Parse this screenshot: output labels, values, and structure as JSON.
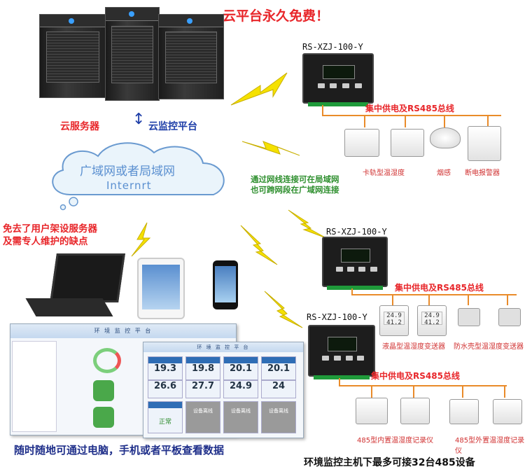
{
  "banner": "云平台永久免费！",
  "server_label": "云服务器",
  "platform_label": "云监控平台",
  "cloud": {
    "line1": "广域网或者局域网",
    "line2": "Internrt"
  },
  "network_note": {
    "line1": "通过网线连接可在局域网",
    "line2": "也可跨网段在广域网连接"
  },
  "benefit": {
    "line1": "免去了用户架设服务器",
    "line2": "及需专人维护的缺点"
  },
  "bottom_left": "随时随地可通过电脑，手机或者平板查看数据",
  "bottom_right": "环境监控主机下最多可接32台485设备",
  "controllers": [
    {
      "model": "RS-XZJ-100-Y",
      "bus": "集中供电及RS485总线"
    },
    {
      "model": "RS-XZJ-100-Y",
      "bus": "集中供电及RS485总线"
    },
    {
      "model": "RS-XZJ-100-Y",
      "bus": "集中供电及RS485总线"
    }
  ],
  "group1": {
    "a": "卡轨型温湿度",
    "b": "烟感",
    "c": "断电报警器"
  },
  "group2": {
    "a": "液晶型温湿度变送器",
    "b": "防水壳型温湿度变送器"
  },
  "group3": {
    "a": "485型内置温湿度记录仪",
    "b": "485型外置温湿度记录仪"
  },
  "lcd_readings": {
    "t": "24.9",
    "h": "41.2"
  },
  "app": {
    "title": "环 境 监 控 平 台",
    "tiles": [
      "19.3",
      "19.8",
      "20.1",
      "20.1",
      "26.6",
      "27.7",
      "24.9",
      "24"
    ],
    "status_ok": "正常",
    "status_off": "设备离线"
  },
  "colors": {
    "red": "#e8262a",
    "blue": "#1f3fa8",
    "green": "#2e8f2e",
    "bus": "#e98b2a",
    "bolt": "#f5e100"
  }
}
